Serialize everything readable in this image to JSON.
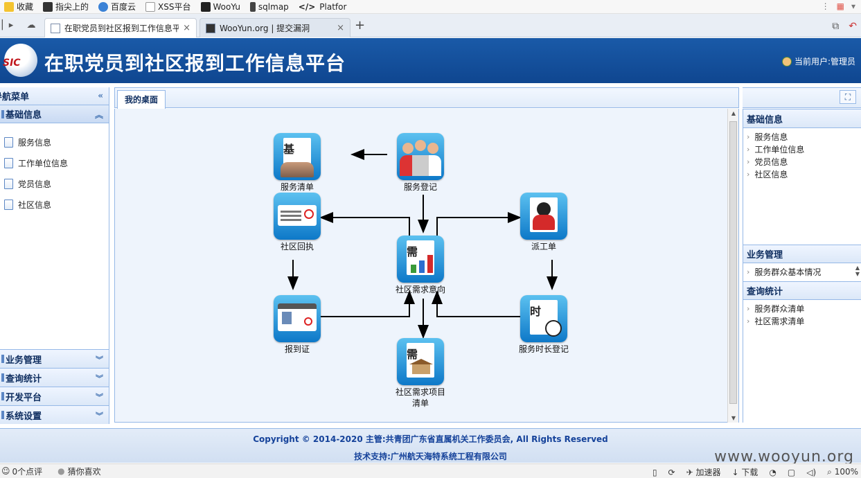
{
  "bookmarks": [
    {
      "label": "收藏",
      "icon": "star-icon"
    },
    {
      "label": "指尖上的",
      "icon": "person-icon"
    },
    {
      "label": "百度云",
      "icon": "cloud-icon"
    },
    {
      "label": "XSS平台",
      "icon": "page-icon"
    },
    {
      "label": "WooYu",
      "icon": "wooyun-icon"
    },
    {
      "label": "sqlmap",
      "icon": "sqlmap-icon"
    },
    {
      "label": "Platfor",
      "icon": "code-icon"
    }
  ],
  "browser_tabs": [
    {
      "title": "在职党员到社区报到工作信息平"
    },
    {
      "title": "WooYun.org | 提交漏洞"
    }
  ],
  "app": {
    "logo_text": "SIC",
    "title": "在职党员到社区报到工作信息平台",
    "current_user": "当前用户:管理员"
  },
  "left": {
    "nav_title": "导航菜单",
    "section_title": "基础信息",
    "items": [
      "服务信息",
      "工作单位信息",
      "党员信息",
      "社区信息"
    ],
    "accordion": [
      "业务管理",
      "查询统计",
      "开发平台",
      "系统设置"
    ]
  },
  "center": {
    "tab_label": "我的桌面",
    "nodes": {
      "service_list": {
        "label": "服务清单",
        "glyph": "基"
      },
      "service_register": {
        "label": "服务登记"
      },
      "community_receipt": {
        "label": "社区回执"
      },
      "community_needs": {
        "label": "社区需求意向",
        "glyph": "需"
      },
      "dispatch": {
        "label": "派工单"
      },
      "report_cert": {
        "label": "报到证"
      },
      "service_hours": {
        "label": "服务时长登记",
        "glyph": "时"
      },
      "needs_project": {
        "label1": "社区需求项目",
        "label2": "清单",
        "glyph": "需"
      }
    }
  },
  "right": {
    "basic_title": "基础信息",
    "basic_items": [
      "服务信息",
      "工作单位信息",
      "党员信息",
      "社区信息"
    ],
    "biz_title": "业务管理",
    "biz_items": [
      "服务群众基本情况"
    ],
    "query_title": "查询统计",
    "query_items": [
      "服务群众清单",
      "社区需求清单"
    ]
  },
  "footer": {
    "line1": "Copyright © 2014-2020 主管:共青团广东省直属机关工作委员会, All Rights Reserved",
    "line2": "技术支持:广州航天海特系统工程有限公司"
  },
  "statusbar": {
    "comments": "0个点评",
    "guess": "猜你喜欢",
    "accelerator": "加速器",
    "download": "下载",
    "zoom": "100%"
  },
  "watermark": "www.wooyun.org"
}
